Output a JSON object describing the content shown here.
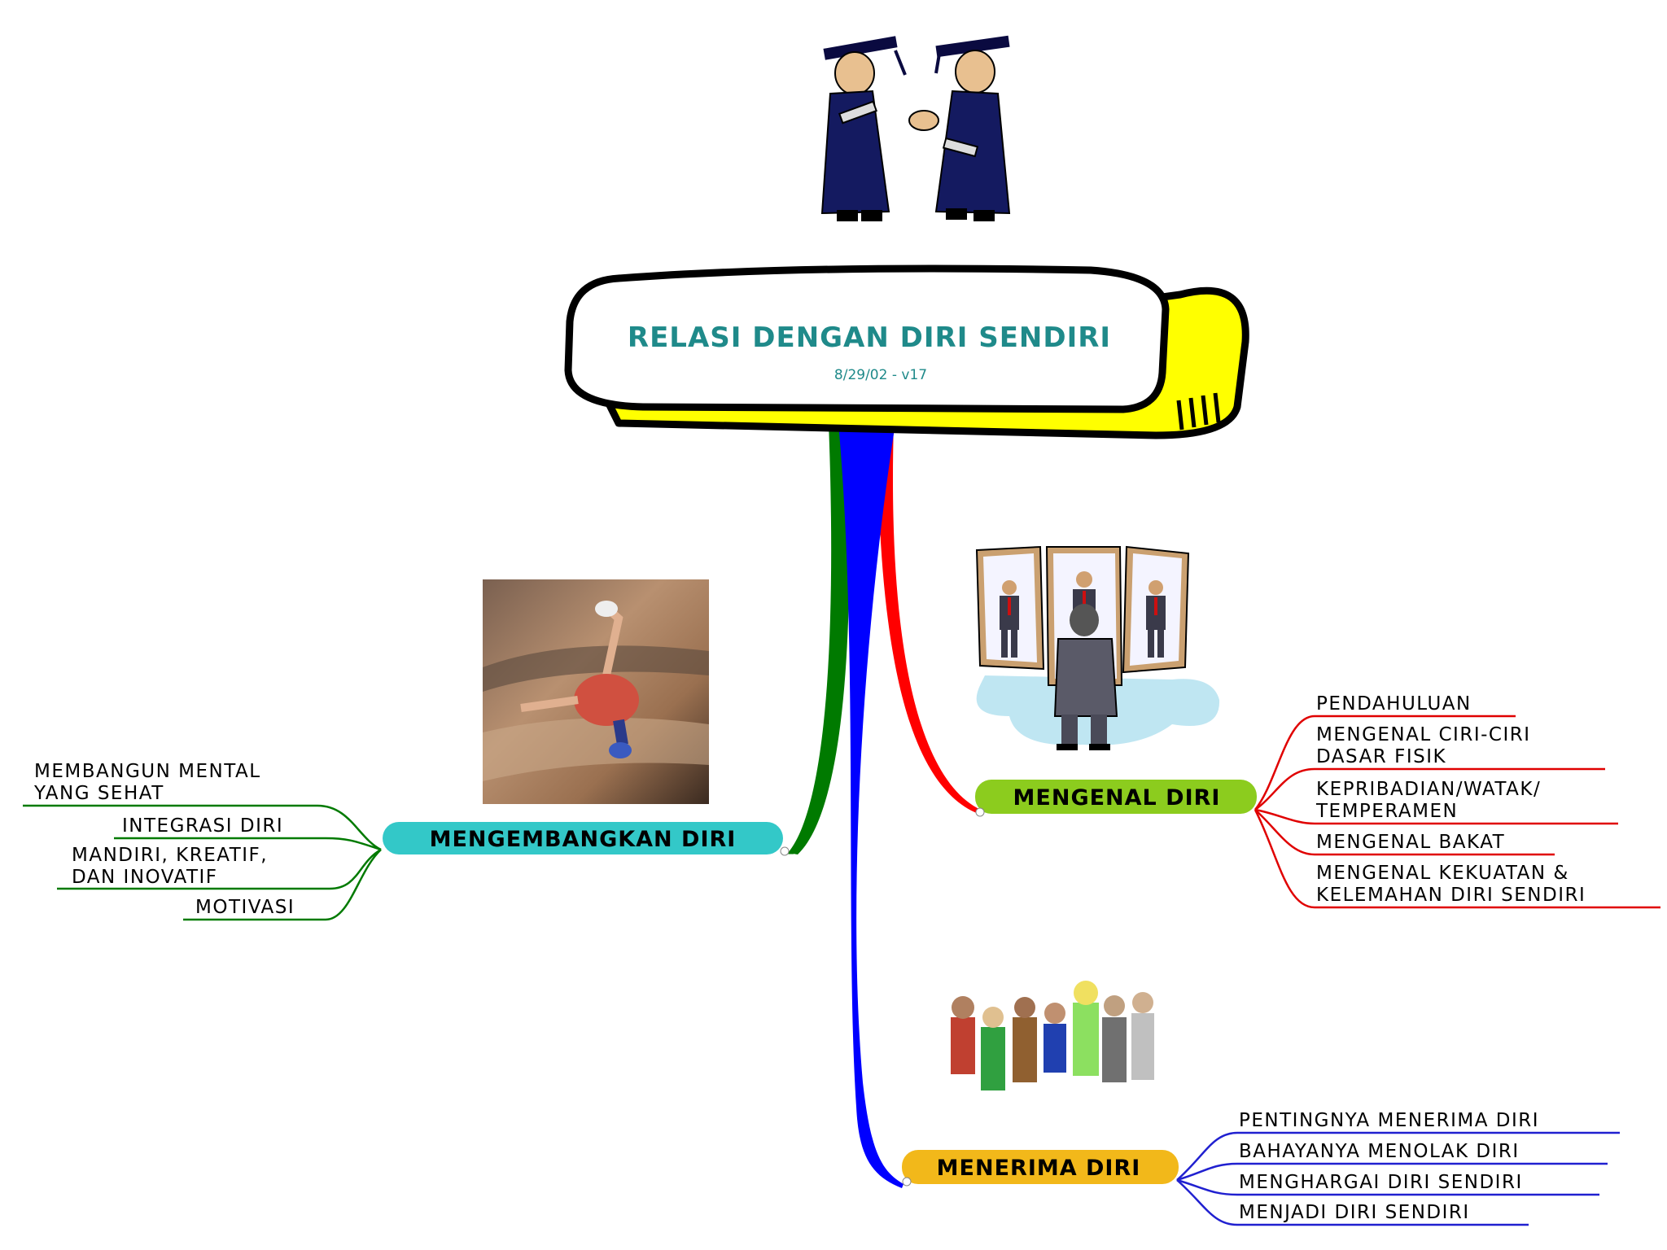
{
  "colors": {
    "title_text": "#1f8a8a",
    "central_fill": "#ffffff",
    "central_shadow": "#ffff00",
    "trunk_green": "#007a00",
    "trunk_blue": "#0000ff",
    "trunk_red": "#ff0000",
    "mengembangkan_fill": "#33c8c8",
    "mengenal_fill": "#8ccc1e",
    "menerima_fill": "#f2b81a",
    "branch_green": "#007a00",
    "branch_red": "#e00000",
    "branch_blue": "#2020d0"
  },
  "central": {
    "title": "RELASI DENGAN DIRI SENDIRI",
    "subtitle": "8/29/02 - v17"
  },
  "branches": {
    "mengembangkan": {
      "label": "MENGEMBANGKAN DIRI",
      "items": [
        "MEMBANGUN MENTAL",
        "YANG SEHAT",
        "INTEGRASI DIRI",
        "MANDIRI, KREATIF,",
        "DAN INOVATIF",
        "MOTIVASI"
      ]
    },
    "mengenal": {
      "label": "MENGENAL DIRI",
      "items": [
        "PENDAHULUAN",
        "MENGENAL CIRI-CIRI",
        "DASAR FISIK",
        "KEPRIBADIAN/WATAK/",
        "TEMPERAMEN",
        "MENGENAL BAKAT",
        "MENGENAL KEKUATAN &",
        "KELEMAHAN DIRI SENDIRI"
      ]
    },
    "menerima": {
      "label": "MENERIMA DIRI",
      "items": [
        "PENTINGNYA MENERIMA DIRI",
        "BAHAYANYA  MENOLAK DIRI",
        "MENGHARGAI DIRI SENDIRI",
        "MENJADI DIRI SENDIRI"
      ]
    }
  },
  "icons": [
    "graduates-handshake-icon",
    "rock-climber-photo",
    "mirrors-reflection-icon",
    "diverse-people-group-icon"
  ]
}
